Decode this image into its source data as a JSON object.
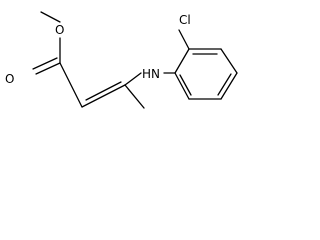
{
  "molecule": {
    "atoms": {
      "ether_oxygen": "O",
      "carbonyl_oxygen": "O",
      "amine": "HN",
      "chlorine": "Cl"
    }
  },
  "colors": {
    "background": "#ffffff",
    "bond": "#000000",
    "text": "#000000"
  }
}
